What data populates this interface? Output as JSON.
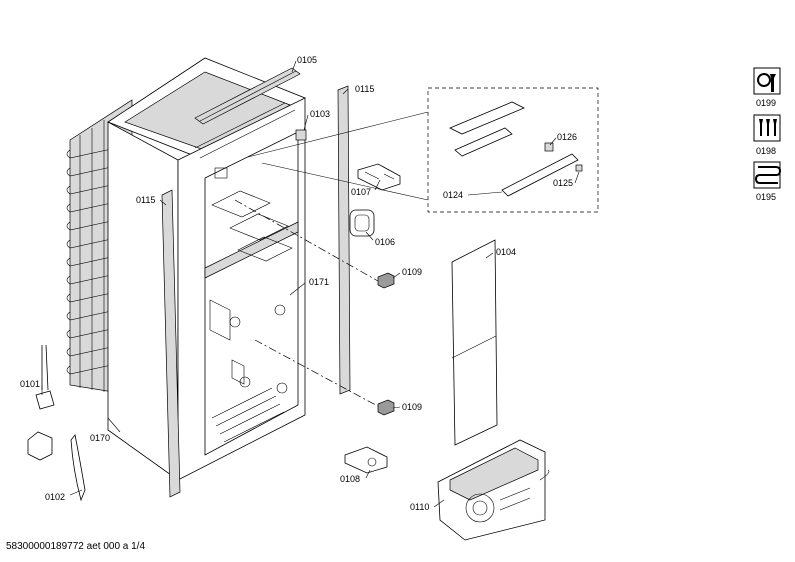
{
  "labels": {
    "p0105": "0105",
    "p0115a": "0115",
    "p0115b": "0115",
    "p0103": "0103",
    "p0107": "0107",
    "p0106": "0106",
    "p0109a": "0109",
    "p0109b": "0109",
    "p0171": "0171",
    "p0170": "0170",
    "p0101": "0101",
    "p0102": "0102",
    "p0108": "0108",
    "p0110": "0110",
    "p0104": "0104",
    "p0124": "0124",
    "p0125": "0125",
    "p0126": "0126",
    "p0199": "0199",
    "p0198": "0198",
    "p0195": "0195"
  },
  "icons": {
    "tools": "wrench-icon",
    "screws": "screws-icon",
    "heater": "heater-coil-icon"
  },
  "footer": "58300000189772 aet 000 a 1/4"
}
